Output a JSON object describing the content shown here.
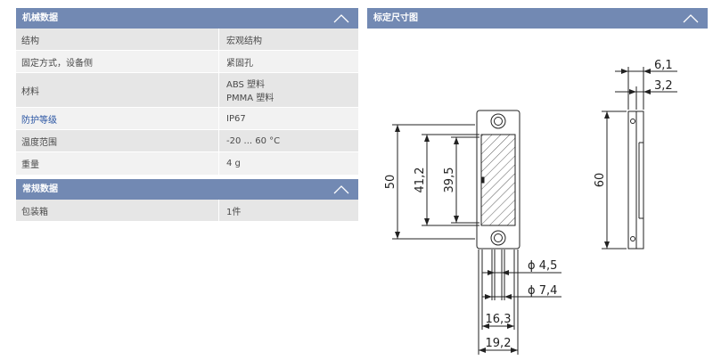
{
  "mech": {
    "title": "机械数据",
    "rows": [
      {
        "label": "结构",
        "value": "宏观结构"
      },
      {
        "label": "固定方式，设备侧",
        "value": "紧固孔"
      },
      {
        "label": "材料",
        "value": "ABS 塑料",
        "value2": "PMMA 塑料"
      },
      {
        "label": "防护等级",
        "value": "IP67"
      },
      {
        "label": "温度范围",
        "value": "-20 ... 60 °C"
      },
      {
        "label": "重量",
        "value": "4 g"
      }
    ]
  },
  "general": {
    "title": "常规数据",
    "rows": [
      {
        "label": "包装箱",
        "value": "1件"
      }
    ]
  },
  "drawing": {
    "title": "标定尺寸图",
    "dims": {
      "d50": "50",
      "d41": "41,2",
      "d39": "39,5",
      "d60": "60",
      "d61": "6,1",
      "d32": "3,2",
      "phi45": "ϕ 4,5",
      "phi74": "ϕ 7,4",
      "d163": "16,3",
      "d192": "19,2"
    }
  },
  "icons": [
    "chevron-up-icon"
  ],
  "colors": {
    "header": "#7289b3",
    "row_dark": "#e6e6e6",
    "row_light": "#f2f2f2",
    "link": "#2a55a3"
  }
}
